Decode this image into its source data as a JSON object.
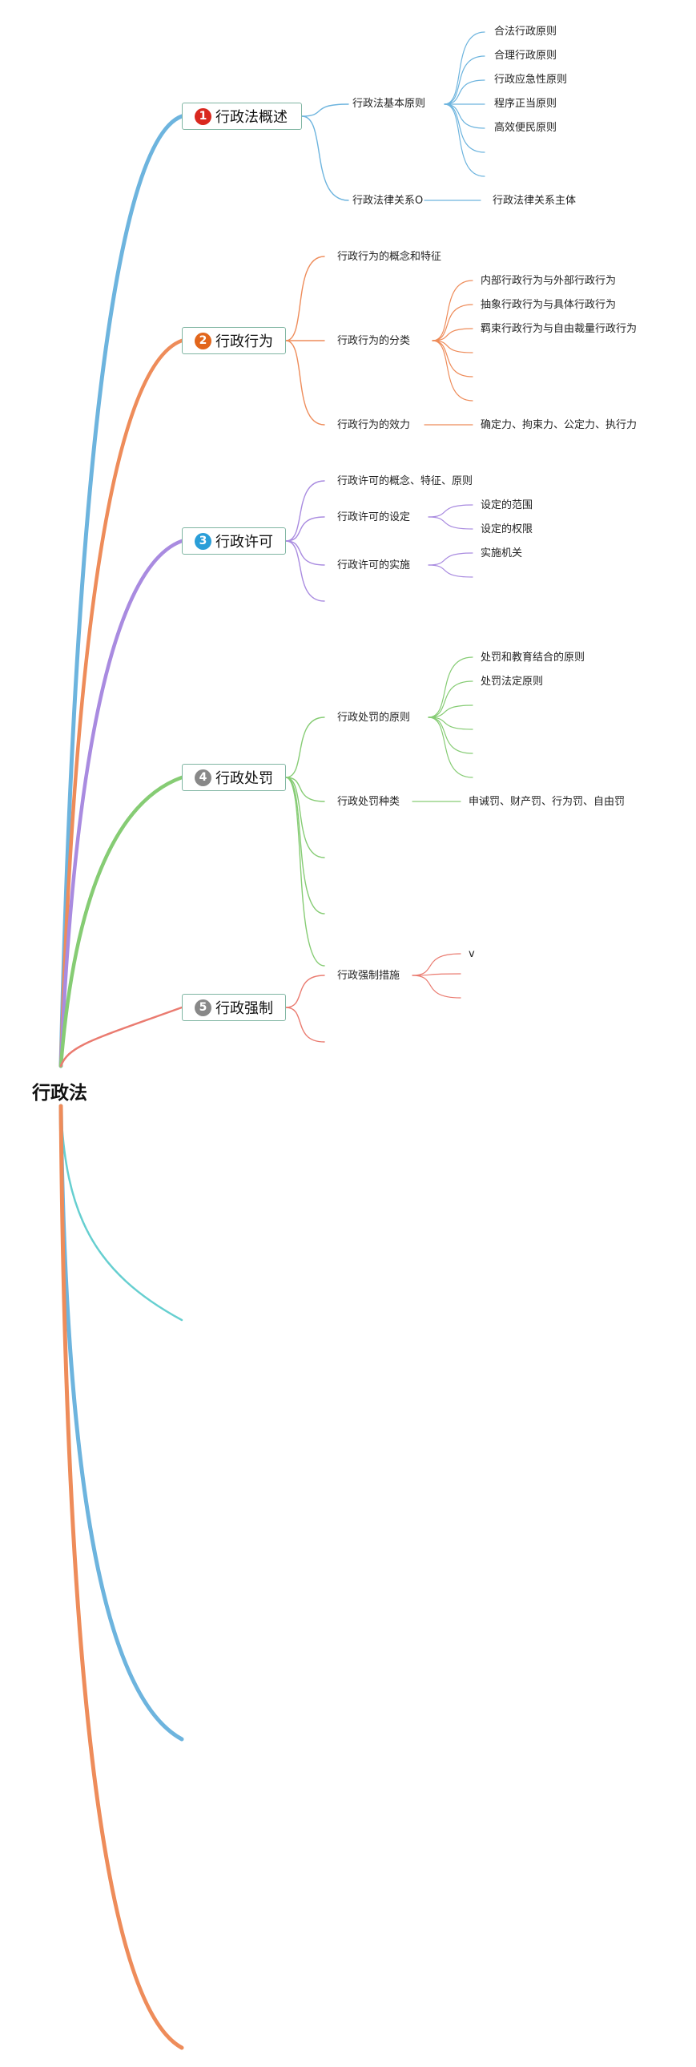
{
  "root": {
    "label": "行政法"
  },
  "colors": {
    "blue": "#6db4de",
    "orange": "#ee8c5a",
    "purple": "#a98be0",
    "green": "#86cc74",
    "red": "#ea7b70",
    "cyan": "#66cfd0",
    "badge_1": "#d9281f",
    "badge_2": "#e2661c",
    "badge_3": "#2a9ed8",
    "badge_4": "#888888",
    "badge_5": "#888888",
    "topic_border": "#7fb5a2"
  },
  "topics": [
    {
      "badge": "1",
      "label": "行政法概述",
      "children": [
        {
          "label": "行政法基本原则",
          "children": [
            "合法行政原则",
            "合理行政原则",
            "行政应急性原则",
            "程序正当原则",
            "高效便民原则",
            "",
            ""
          ]
        },
        {
          "label": "行政法律关系O",
          "children": [
            "行政法律关系主体"
          ]
        }
      ]
    },
    {
      "badge": "2",
      "label": "行政行为",
      "children": [
        {
          "label": "行政行为的概念和特征",
          "children": []
        },
        {
          "label": "行政行为的分类",
          "children": [
            "内部行政行为与外部行政行为",
            "抽象行政行为与具体行政行为",
            "羁束行政行为与自由裁量行政行为",
            "",
            "",
            ""
          ]
        },
        {
          "label": "行政行为的效力",
          "children": [
            "确定力、拘束力、公定力、执行力"
          ]
        }
      ]
    },
    {
      "badge": "3",
      "label": "行政许可",
      "children": [
        {
          "label": "行政许可的概念、特征、原则",
          "children": []
        },
        {
          "label": "行政许可的设定",
          "children": [
            "设定的范围",
            "设定的权限"
          ]
        },
        {
          "label": "行政许可的实施",
          "children": [
            "实施机关",
            ""
          ]
        },
        {
          "label": "",
          "children": []
        }
      ]
    },
    {
      "badge": "4",
      "label": "行政处罚",
      "children": [
        {
          "label": "行政处罚的原则",
          "children": [
            "处罚和教育结合的原则",
            "处罚法定原则",
            "",
            "",
            "",
            ""
          ]
        },
        {
          "label": "行政处罚种类",
          "children": [
            "申诫罚、财产罚、行为罚、自由罚"
          ]
        },
        {
          "label": "",
          "children": []
        },
        {
          "label": "",
          "children": []
        },
        {
          "label": "",
          "children": []
        }
      ]
    },
    {
      "badge": "5",
      "label": "行政强制",
      "children": [
        {
          "label": "行政强制措施",
          "children": [
            "v",
            "",
            ""
          ]
        },
        {
          "label": "",
          "children": []
        }
      ]
    }
  ]
}
